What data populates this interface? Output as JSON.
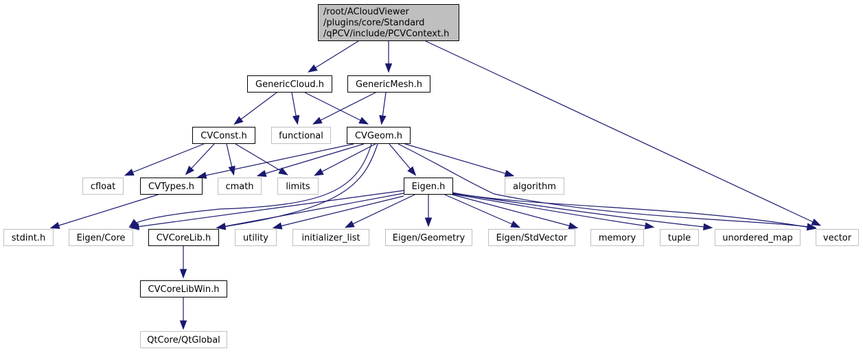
{
  "diagram": {
    "type": "include-dependency-graph",
    "colors": {
      "edge": "#191970",
      "root_fill": "#bfbfbf",
      "root_border": "#000000",
      "documented_border": "#000000",
      "external_border": "#bfbfbf",
      "node_fill": "#ffffff"
    },
    "nodes": [
      {
        "id": "root",
        "label_lines": [
          "/root/ACloudViewer",
          "/plugins/core/Standard",
          "/qPCV/include/PCVContext.h"
        ],
        "kind": "root"
      },
      {
        "id": "GenericCloud",
        "label_lines": [
          "GenericCloud.h"
        ],
        "kind": "documented"
      },
      {
        "id": "GenericMesh",
        "label_lines": [
          "GenericMesh.h"
        ],
        "kind": "documented"
      },
      {
        "id": "CVConst",
        "label_lines": [
          "CVConst.h"
        ],
        "kind": "documented"
      },
      {
        "id": "functional",
        "label_lines": [
          "functional"
        ],
        "kind": "external"
      },
      {
        "id": "CVGeom",
        "label_lines": [
          "CVGeom.h"
        ],
        "kind": "documented"
      },
      {
        "id": "cfloat",
        "label_lines": [
          "cfloat"
        ],
        "kind": "external"
      },
      {
        "id": "CVTypes",
        "label_lines": [
          "CVTypes.h"
        ],
        "kind": "documented"
      },
      {
        "id": "cmath",
        "label_lines": [
          "cmath"
        ],
        "kind": "external"
      },
      {
        "id": "limits",
        "label_lines": [
          "limits"
        ],
        "kind": "external"
      },
      {
        "id": "Eigen",
        "label_lines": [
          "Eigen.h"
        ],
        "kind": "documented"
      },
      {
        "id": "algorithm",
        "label_lines": [
          "algorithm"
        ],
        "kind": "external"
      },
      {
        "id": "stdint",
        "label_lines": [
          "stdint.h"
        ],
        "kind": "external"
      },
      {
        "id": "EigenCore",
        "label_lines": [
          "Eigen/Core"
        ],
        "kind": "external"
      },
      {
        "id": "CVCoreLib",
        "label_lines": [
          "CVCoreLib.h"
        ],
        "kind": "documented"
      },
      {
        "id": "utility",
        "label_lines": [
          "utility"
        ],
        "kind": "external"
      },
      {
        "id": "initializer_list",
        "label_lines": [
          "initializer_list"
        ],
        "kind": "external"
      },
      {
        "id": "EigenGeometry",
        "label_lines": [
          "Eigen/Geometry"
        ],
        "kind": "external"
      },
      {
        "id": "EigenStdVector",
        "label_lines": [
          "Eigen/StdVector"
        ],
        "kind": "external"
      },
      {
        "id": "memory",
        "label_lines": [
          "memory"
        ],
        "kind": "external"
      },
      {
        "id": "tuple",
        "label_lines": [
          "tuple"
        ],
        "kind": "external"
      },
      {
        "id": "unordered_map",
        "label_lines": [
          "unordered_map"
        ],
        "kind": "external"
      },
      {
        "id": "vector",
        "label_lines": [
          "vector"
        ],
        "kind": "external"
      },
      {
        "id": "CVCoreLibWin",
        "label_lines": [
          "CVCoreLibWin.h"
        ],
        "kind": "documented"
      },
      {
        "id": "QtGlobal",
        "label_lines": [
          "QtCore/QtGlobal"
        ],
        "kind": "external"
      }
    ],
    "edges": [
      {
        "from": "root",
        "to": "GenericCloud"
      },
      {
        "from": "root",
        "to": "GenericMesh"
      },
      {
        "from": "root",
        "to": "vector"
      },
      {
        "from": "GenericCloud",
        "to": "CVConst"
      },
      {
        "from": "GenericCloud",
        "to": "functional"
      },
      {
        "from": "GenericCloud",
        "to": "CVGeom"
      },
      {
        "from": "GenericMesh",
        "to": "functional"
      },
      {
        "from": "GenericMesh",
        "to": "CVGeom"
      },
      {
        "from": "CVConst",
        "to": "cfloat"
      },
      {
        "from": "CVConst",
        "to": "CVTypes"
      },
      {
        "from": "CVConst",
        "to": "cmath"
      },
      {
        "from": "CVConst",
        "to": "limits"
      },
      {
        "from": "CVGeom",
        "to": "CVTypes"
      },
      {
        "from": "CVGeom",
        "to": "cmath"
      },
      {
        "from": "CVGeom",
        "to": "limits"
      },
      {
        "from": "CVGeom",
        "to": "Eigen"
      },
      {
        "from": "CVGeom",
        "to": "algorithm"
      },
      {
        "from": "CVGeom",
        "to": "CVCoreLib"
      },
      {
        "from": "CVGeom",
        "to": "EigenCore"
      },
      {
        "from": "CVGeom",
        "to": "vector"
      },
      {
        "from": "CVTypes",
        "to": "stdint"
      },
      {
        "from": "Eigen",
        "to": "EigenCore"
      },
      {
        "from": "Eigen",
        "to": "CVCoreLib"
      },
      {
        "from": "Eigen",
        "to": "utility"
      },
      {
        "from": "Eigen",
        "to": "initializer_list"
      },
      {
        "from": "Eigen",
        "to": "EigenGeometry"
      },
      {
        "from": "Eigen",
        "to": "EigenStdVector"
      },
      {
        "from": "Eigen",
        "to": "memory"
      },
      {
        "from": "Eigen",
        "to": "tuple"
      },
      {
        "from": "Eigen",
        "to": "unordered_map"
      },
      {
        "from": "Eigen",
        "to": "vector"
      },
      {
        "from": "CVCoreLib",
        "to": "CVCoreLibWin"
      },
      {
        "from": "CVCoreLibWin",
        "to": "QtGlobal"
      }
    ]
  }
}
